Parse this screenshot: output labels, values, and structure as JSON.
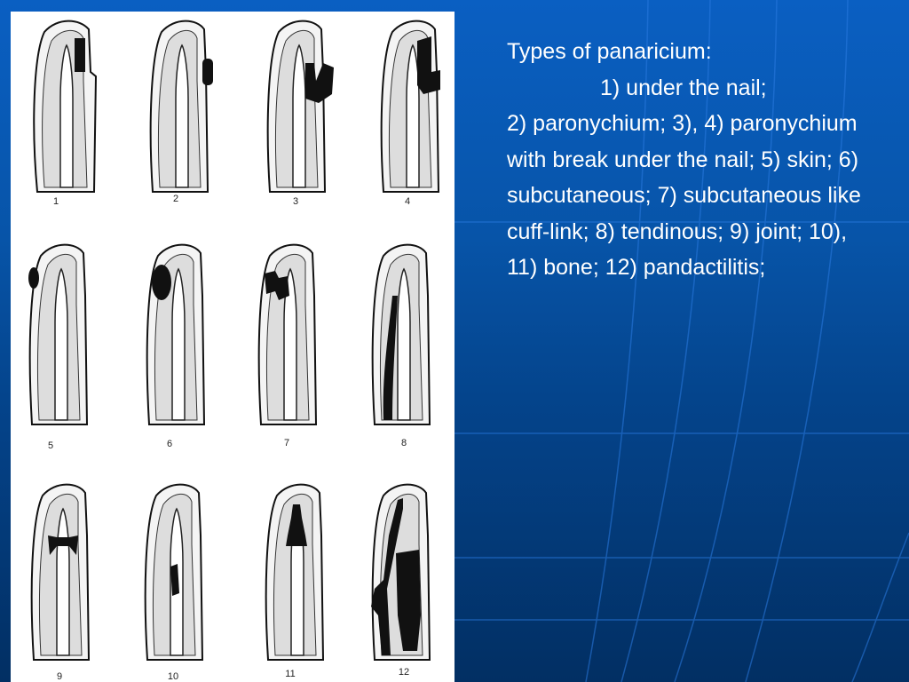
{
  "slide": {
    "background_color": "#0754a8",
    "text": {
      "title": "Types of panaricium:",
      "first_item": "1) under the nail;",
      "body": "2) paronychium; 3), 4) paronychium with break under the nail; 5) skin; 6) subcutaneous; 7) subcutaneous like cuff-link; 8) tendinous; 9) joint; 10), 11) bone; 12) pandactilitis;"
    },
    "figure": {
      "description": "Line drawings of finger cross-sections showing 12 types of panaricium",
      "labels": [
        "1",
        "2",
        "3",
        "4",
        "5",
        "6",
        "7",
        "8",
        "9",
        "10",
        "11",
        "12"
      ]
    }
  }
}
